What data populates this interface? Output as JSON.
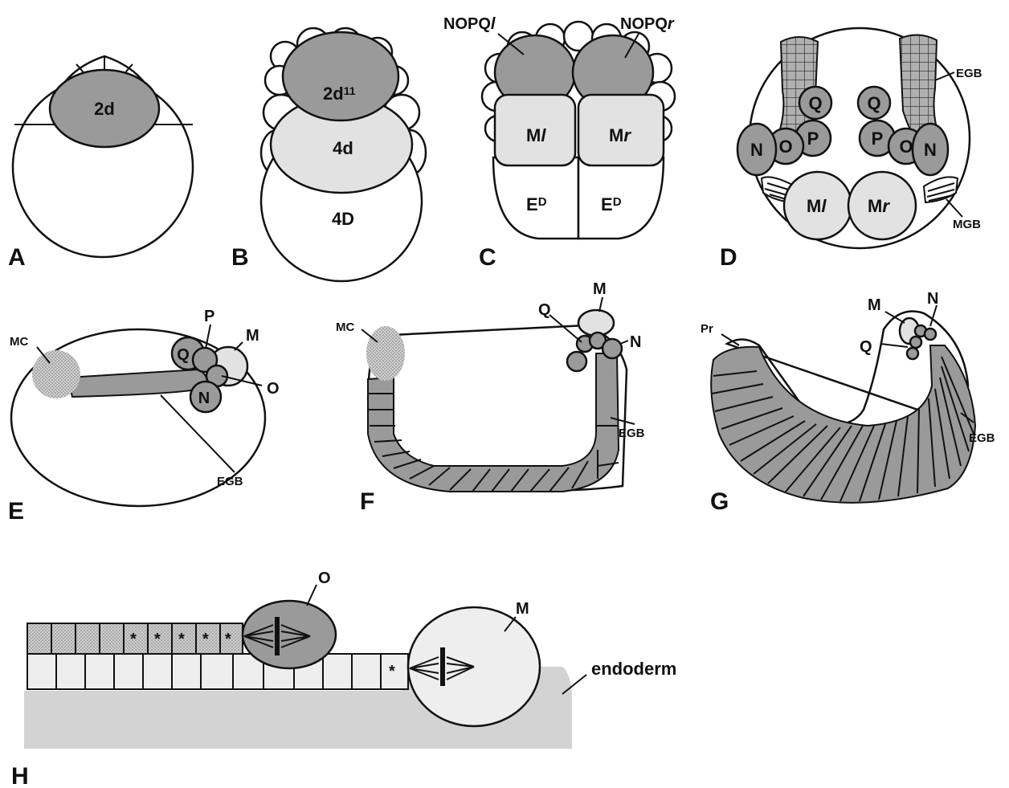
{
  "panels": {
    "A": {
      "letter": "A",
      "cells": {
        "c2d": "2d"
      }
    },
    "B": {
      "letter": "B",
      "cells": {
        "c2d11_base": "2d",
        "c2d11_sup": "11",
        "c4d": "4d",
        "c4D": "4D"
      }
    },
    "C": {
      "letter": "C",
      "labels": {
        "nopql_base": "NOPQ",
        "nopql_suffix": "l",
        "nopqr_base": "NOPQ",
        "nopqr_suffix": "r"
      },
      "cells": {
        "ml_base": "M",
        "ml_suffix": "l",
        "mr_base": "M",
        "mr_suffix": "r",
        "edl_base": "E",
        "edl_sup": "D",
        "edr_base": "E",
        "edr_sup": "D"
      }
    },
    "D": {
      "letter": "D",
      "cells": {
        "q_left": "Q",
        "q_right": "Q",
        "p_left": "P",
        "p_right": "P",
        "o_left": "O",
        "o_right": "O",
        "n_left": "N",
        "n_right": "N",
        "ml_base": "M",
        "ml_suffix": "l",
        "mr_base": "M",
        "mr_suffix": "r"
      },
      "labels": {
        "egb": "EGB",
        "mgb": "MGB"
      }
    },
    "E": {
      "letter": "E",
      "labels": {
        "mc": "MC",
        "p": "P",
        "m": "M",
        "q": "Q",
        "n": "N",
        "o": "O",
        "egb": "EGB"
      }
    },
    "F": {
      "letter": "F",
      "labels": {
        "mc": "MC",
        "q": "Q",
        "m": "M",
        "n": "N",
        "egb": "EGB"
      }
    },
    "G": {
      "letter": "G",
      "labels": {
        "pr": "Pr",
        "m": "M",
        "n": "N",
        "q": "Q",
        "egb": "EGB"
      }
    },
    "H": {
      "letter": "H",
      "labels": {
        "o": "O",
        "m": "M",
        "endoderm": "endoderm",
        "asterisk": "*"
      }
    }
  },
  "colors": {
    "dark_gray": "#9a9a9a",
    "light_gray": "#e2e2e2",
    "stipple": "#b8b8b8",
    "endoderm": "#d3d3d3",
    "white": "#ffffff",
    "ink": "#111111"
  }
}
